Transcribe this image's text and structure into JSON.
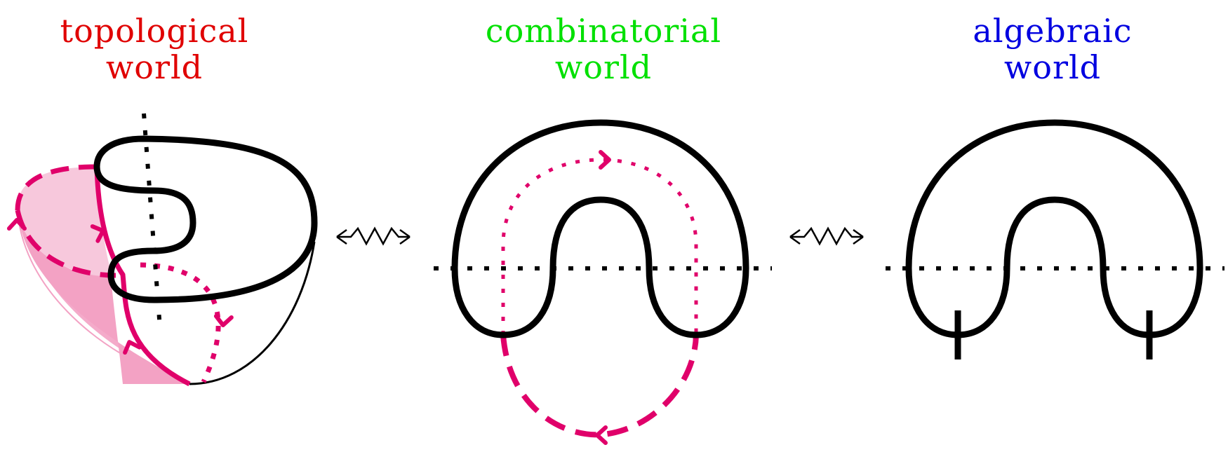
{
  "titles": {
    "topological": {
      "line1": "topological",
      "line2": "world",
      "color": "#e00000"
    },
    "combinatorial": {
      "line1": "combinatorial",
      "line2": "world",
      "color": "#00e000"
    },
    "algebraic": {
      "line1": "algebraic",
      "line2": "world",
      "color": "#0000e0"
    }
  },
  "colors": {
    "curve": "#000000",
    "accent": "#e0006a",
    "shade_light": "#f7c8dc",
    "shade_dark": "#f3a2c4"
  },
  "connectors": [
    "squiggle-arrow-icon",
    "squiggle-arrow-icon"
  ]
}
